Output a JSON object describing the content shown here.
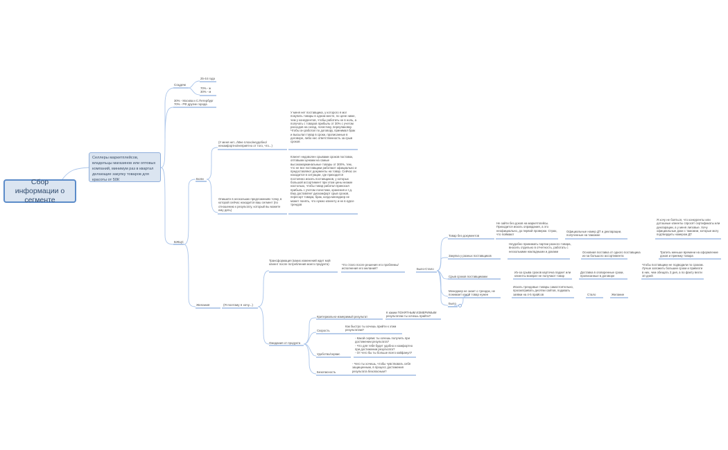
{
  "root": {
    "title": "Сбор информации о сегменте"
  },
  "main_topic": {
    "text": "Селлеры маркетплейсов, владельцы магазинов или оптовых компаний, минимум раз в квартал делающие закупку товаров для красоты от 50К"
  },
  "branches": {
    "socdem": {
      "label": "Соцдем",
      "children": [
        "25-44 года",
        "70% - ж\n30% - м"
      ]
    },
    "geo": {
      "label": "30% - Москва и С.Петербург\n70% - РФ другие города"
    },
    "bhcs": {
      "label": "БЖЦС",
      "boli": {
        "label": "Боли",
        "items": [
          {
            "question": "(У меня нет.../Мне плохо/неудобно/ некомфортно/неприятно от того, что...)",
            "answer": "У меня нет поставщика, у которого я мог покупать товары в одном месте, по цене ниже, чем у конкурентов, чтобы работать не в ноль, а получать с товаров прибыль от 30% с учетом расходов на склад, логистику, переупаковку. Чтобы он работал по договору, принимал брак и высылал товар в сроки, прописанные в договоре, либо нес ответственность за срыв сроков"
          },
          {
            "question": "Опишите в нескольких предложениях точку, в которой сейчас находится ваш сегмент (по отношению к результату, который вы можете ему дать)",
            "answer": "Клиент недоволен срывами сроков поставок, оптовыми ценами на самые высокомаржинальные товары от 300%, тем, что не все поставщики работают официально и предоставляют документы на товар. Сейчас он находится в ситуации, где приходится постоянно искать поставщиков, у которых большой ассортимент при этом цены низкие настолько, чтобы товар работал приносил прибыль с учетом логистики, хранения и т.д. Ему доставляет дискомфорт срыв сроков, пересорт товара, брак, когда менеджер не может понять, что нужно клиенту и не в курсе трендов"
          }
        ]
      },
      "zhelaniya": {
        "label": "Желания",
        "prompt": "(Я поэтому я хочу...)",
        "transformation": {
          "label": "Трансформация (каких изменений ждет мой клиент после потребления моего продукта)",
          "question": "Что стало после решения его проблемы/ исполнения его желания?",
          "bylo_stalo": {
            "label": "Было-Стало",
            "rows": [
              {
                "bylo": "Товар без документов",
                "detail": "Не зайти без доков на маркетплейсы. Приходится искать оправдания, а это неофициально, до первой проверки. Страх, что поймают",
                "stalo": "Официальные номер ДТ и декларации, полученные на таможне",
                "zhelanie": "Я хочу не бояться, что конкуренты или дотошные клиенты спросят сертификаты или декларации, а у меня липовые. Хочу официальные доки с таможни, которые могу подтвердить номером ДТ"
              },
              {
                "bylo": "Закупка у разных поставщиков",
                "detail": "Неудобно принимать партии разного товара, вносить отдельно в отчетность, работать с несколькими накладными и доками",
                "stalo": "Основная поставка от одного поставщика из-за большого ассортимента",
                "zhelanie": "Тратить меньше времени на оформление доков и приемку товара"
              },
              {
                "bylo": "Срыв сроков поставщиками",
                "detail": "Из-за срыва сроков карточка падает или клиенты возврат не получают товар",
                "stalo": "Доставка в оговоренные сроки, прописанные в договоре",
                "zhelanie": "Чтобы поставщики не подводили по срокам. Лучше заложить большие сроки и привезти в них, чем обещать 3 дня, а по факту везти 10 дней"
              },
              {
                "bylo": "Менеджер не знает о трендах, не понимает какой товар нужен",
                "detail": "Искать трендовые товары самостоятельно, просматривать десятки сайтов, подавать заявки на 4-5 прайсов",
                "stalo": "Стало",
                "zhelanie": "Желание"
              }
            ],
            "extra": "Было"
          }
        },
        "expectations": {
          "label": "Ожидания от продукта",
          "items": [
            {
              "label": "Критериально-измеримый результат",
              "detail": "К каким ПОНЯТНЫМ ИЗМЕРИМЫМ результатам ты хочешь прийти?"
            },
            {
              "label": "Скорость",
              "detail": "Как быстро ты хочешь прийти к этим результатам?"
            },
            {
              "label": "Удобство/сервис",
              "detail": "- Какой сервис ты хочешь получить при достижении результата?\n- Что для тебя будет удобно и комфортно при достижении результата?\n- От чего бы ты больше всего кайфанул?"
            },
            {
              "label": "Безопасность",
              "detail": "- Чего ты хочешь, чтобы чувствовать себя защищенным, в процесс достижения результата безопасным?"
            }
          ]
        }
      }
    }
  },
  "colors": {
    "line": "#a9c4ea",
    "underline": "#6f9ad6",
    "root_fill": "#dbe5f1",
    "root_border": "#5b8bc9"
  }
}
